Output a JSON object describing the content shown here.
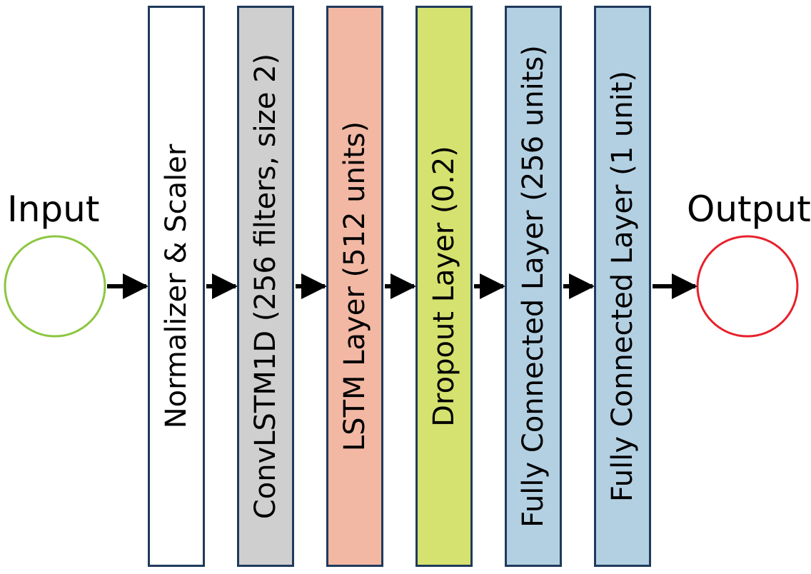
{
  "input": {
    "label": "Input",
    "circle_color": "#8cc63f"
  },
  "output": {
    "label": "Output",
    "circle_color": "#e8202a"
  },
  "layers": [
    {
      "label": "Normalizer & Scaler",
      "color": "#ffffff"
    },
    {
      "label": "ConvLSTM1D (256 filters, size 2)",
      "color": "#cfcfcf"
    },
    {
      "label": "LSTM Layer (512 units)",
      "color": "#f2b8a4"
    },
    {
      "label": "Dropout Layer (0.2)",
      "color": "#d5e26f"
    },
    {
      "label": "Fully Connected Layer (256 units)",
      "color": "#b3d0e2"
    },
    {
      "label": "Fully Connected Layer (1 unit)",
      "color": "#b3d0e2"
    }
  ],
  "layer_border_color": "#1f3a5c",
  "arrow_color": "#000000"
}
